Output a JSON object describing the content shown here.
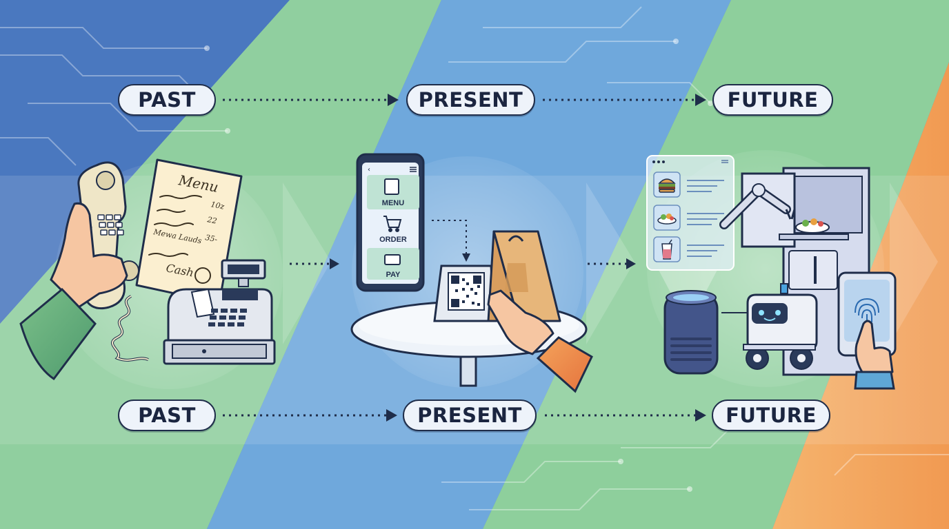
{
  "stages_top": [
    {
      "label": "PAST"
    },
    {
      "label": "PRESENT"
    },
    {
      "label": "FUTURE"
    }
  ],
  "stages_bottom": [
    {
      "label": "PAST"
    },
    {
      "label": "PRESENT"
    },
    {
      "label": "FUTURE"
    }
  ],
  "past": {
    "menu_title": "Menu",
    "menu_line": "Mewa Lauds",
    "price_1": "10z",
    "price_2": "22",
    "price_3": "35-",
    "cash_label": "Cash"
  },
  "present": {
    "app_items": [
      {
        "label": "MENU",
        "icon": "menu-book-icon"
      },
      {
        "label": "ORDER",
        "icon": "shopping-cart-icon"
      },
      {
        "label": "PAY",
        "icon": "credit-card-icon"
      }
    ]
  },
  "future": {
    "kiosk_items": [
      {
        "icon": "burger-icon"
      },
      {
        "icon": "salad-icon"
      },
      {
        "icon": "drink-icon"
      }
    ]
  },
  "colors": {
    "blue": "#4f86c9",
    "green": "#8fcf9c",
    "orange": "#f2a25e",
    "outline": "#1f2d4a"
  }
}
